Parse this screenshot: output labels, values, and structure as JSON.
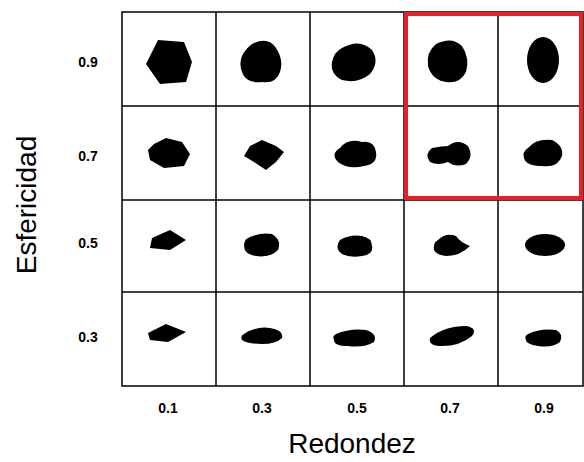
{
  "diagram": {
    "labels": [
      "Esfericidad",
      "0.9",
      "0.7",
      "0.5",
      "0.3",
      "0.1",
      "0.3",
      "0.5",
      "0.7",
      "0.9",
      "Redondez"
    ]
  }
}
